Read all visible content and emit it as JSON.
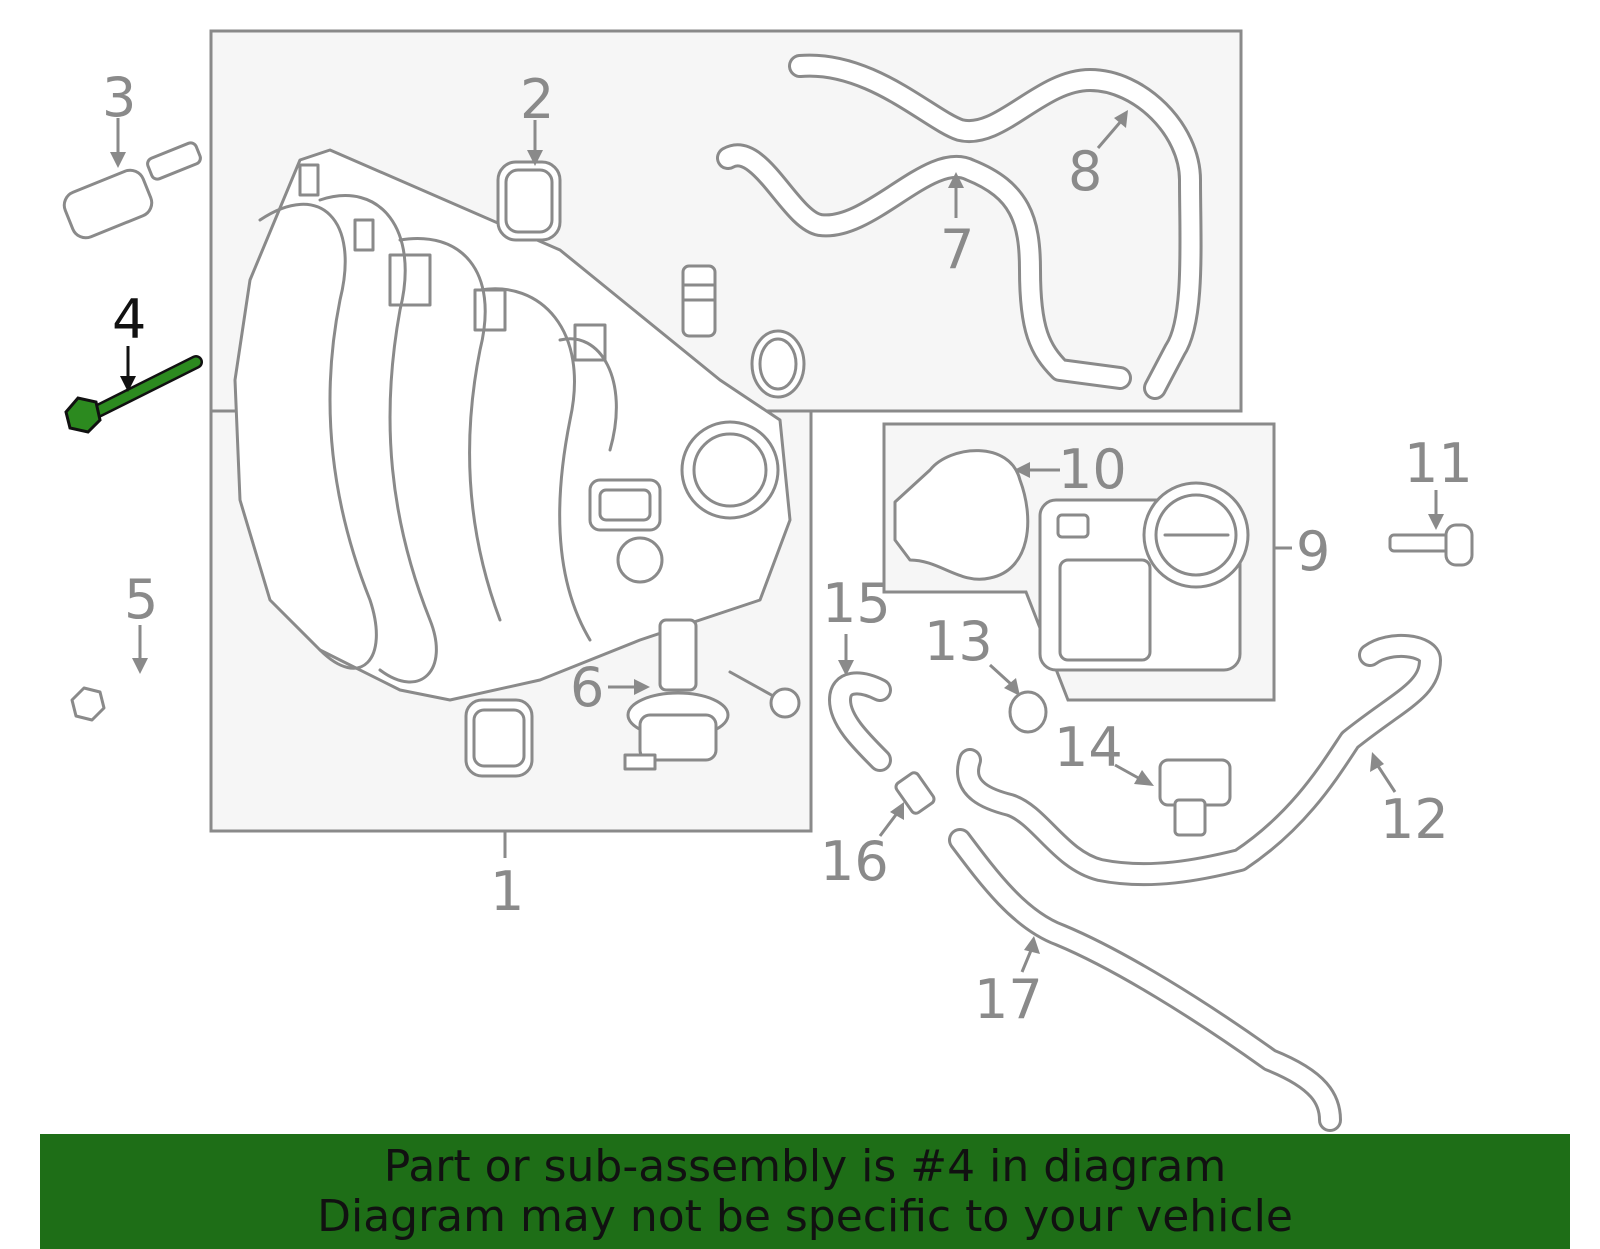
{
  "callouts": {
    "c1": "1",
    "c2": "2",
    "c3": "3",
    "c4": "4",
    "c5": "5",
    "c6": "6",
    "c7": "7",
    "c8": "8",
    "c9": "9",
    "c10": "10",
    "c11": "11",
    "c12": "12",
    "c13": "13",
    "c14": "14",
    "c15": "15",
    "c16": "16",
    "c17": "17"
  },
  "highlight": {
    "part": "4",
    "color": "#1e6e17"
  },
  "banner": {
    "line1": "Part or sub-assembly is #4 in diagram",
    "line2": "Diagram may not be specific to your vehicle",
    "background": "#1e6e17"
  }
}
